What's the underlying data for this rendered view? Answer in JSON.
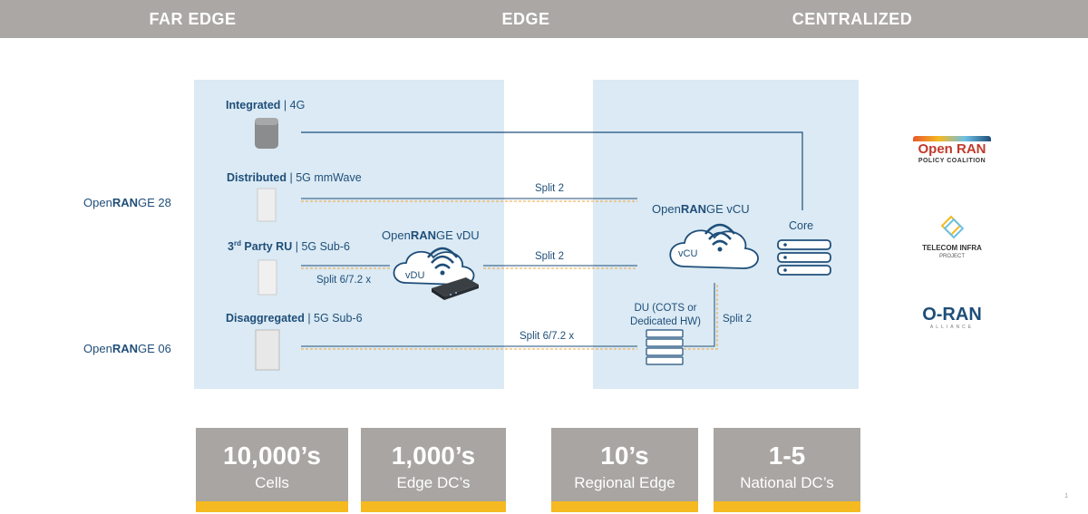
{
  "zones": {
    "far_edge": "FAR EDGE",
    "edge": "EDGE",
    "centralized": "CENTRALIZED"
  },
  "left_labels": {
    "openrange28_prefix": "Open",
    "openrange28_bold": "RAN",
    "openrange28_suffix": "GE 28",
    "openrange06_prefix": "Open",
    "openrange06_bold": "RAN",
    "openrange06_suffix": "GE 06"
  },
  "radios": [
    {
      "bold": "Integrated",
      "sep": " | ",
      "rest": "4G"
    },
    {
      "bold": "Distributed",
      "sep": " | ",
      "rest": "5G mmWave"
    },
    {
      "bold_main": "3",
      "sup": "rd",
      "bold_tail": " Party RU",
      "sep": " | ",
      "rest": "5G Sub-6"
    },
    {
      "bold": "Disaggregated",
      "sep": " | ",
      "rest": "5G Sub-6"
    }
  ],
  "vdu": {
    "title_prefix": "Open",
    "title_bold": "RAN",
    "title_suffix": "GE vDU",
    "cloud_label": "vDU"
  },
  "vcu": {
    "title_prefix": "Open",
    "title_bold": "RAN",
    "title_suffix": "GE vCU",
    "cloud_label": "vCU"
  },
  "core_label": "Core",
  "du_label_line1": "DU (COTS or",
  "du_label_line2": "Dedicated HW)",
  "splits": {
    "distributed": "Split 2",
    "vdu_to_vcu": "Split 2",
    "ru_to_vdu": "Split 6/7.2 x",
    "disagg_to_du": "Split 6/7.2 x",
    "du_to_vcu": "Split 2"
  },
  "stats": [
    {
      "num": "10,000’s",
      "sub": "Cells"
    },
    {
      "num": "1,000’s",
      "sub": "Edge DC’s"
    },
    {
      "num": "10’s",
      "sub": "Regional Edge"
    },
    {
      "num": "1-5",
      "sub": "National DC’s"
    }
  ],
  "logos": {
    "openran_line1": "Open RAN",
    "openran_line2": "POLICY COALITION",
    "tip_line1": "TELECOM INFRA",
    "tip_line2": "PROJECT",
    "oran_main": "O-RAN",
    "oran_sub": "ALLIANCE"
  },
  "colors": {
    "topbar": "#aaa7a4",
    "panel": "#dbeaf4",
    "text": "#1f4e79",
    "dashed_orange": "#f0a33a",
    "stat_box": "#a8a5a2",
    "stat_strip": "#f5b921"
  },
  "page_number": "1"
}
